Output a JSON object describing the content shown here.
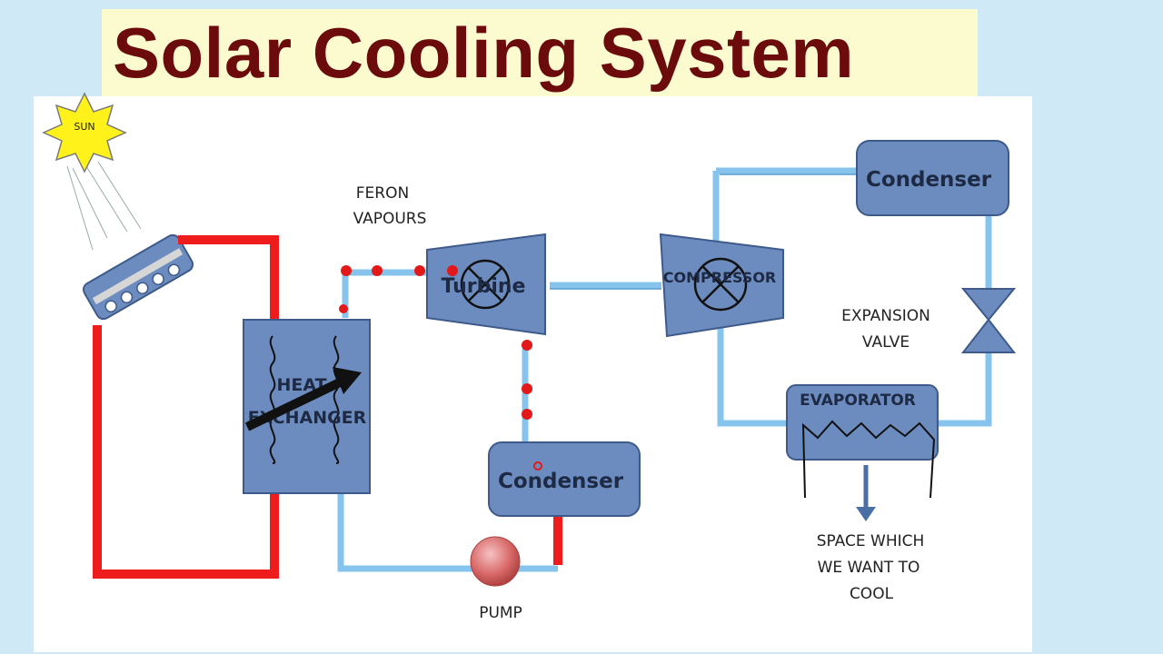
{
  "title": "Solar Cooling System",
  "labels": {
    "sun": "SUN",
    "feron_line1": "FERON",
    "feron_line2": "VAPOURS",
    "turbine": "Turbine",
    "compressor": "COMPRESSOR",
    "heat_line1": "HEAT",
    "heat_line2": "EXCHANGER",
    "condenser_top": "Condenser",
    "condenser_bottom": "Condenser",
    "expansion_line1": "EXPANSION",
    "expansion_line2": "VALVE",
    "evaporator": "EVAPORATOR",
    "pump": "PUMP",
    "space_line1": "SPACE WHICH",
    "space_line2": "WE WANT TO",
    "space_line3": "COOL"
  },
  "colors": {
    "hot_pipe": "#ee1c1c",
    "cold_pipe": "#86c4ee",
    "component_fill": "#6c8cbf",
    "component_stroke": "#3e5a8a",
    "vapour_dot": "#e31919",
    "sun_fill": "#fff21a",
    "title_text": "#6b0b0b",
    "title_bg": "#fbfbcf"
  }
}
